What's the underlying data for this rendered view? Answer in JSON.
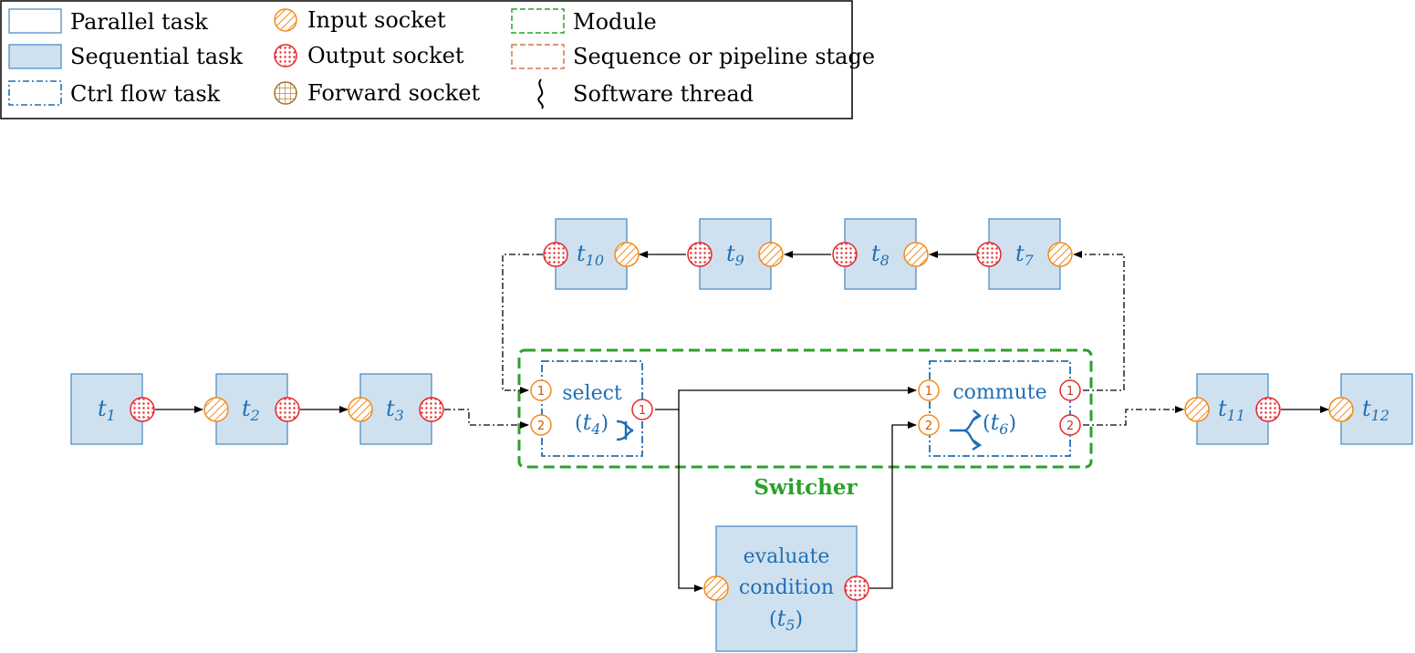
{
  "legend": {
    "parallel_task": "Parallel task",
    "sequential_task": "Sequential task",
    "ctrl_flow_task": "Ctrl flow task",
    "input_socket": "Input socket",
    "output_socket": "Output socket",
    "forward_socket": "Forward socket",
    "module": "Module",
    "pipeline_stage": "Sequence or pipeline stage",
    "software_thread": "Software thread"
  },
  "tasks": {
    "t1": {
      "base": "t",
      "sub": "1"
    },
    "t2": {
      "base": "t",
      "sub": "2"
    },
    "t3": {
      "base": "t",
      "sub": "3"
    },
    "t7": {
      "base": "t",
      "sub": "7"
    },
    "t8": {
      "base": "t",
      "sub": "8"
    },
    "t9": {
      "base": "t",
      "sub": "9"
    },
    "t10": {
      "base": "t",
      "sub": "10"
    },
    "t11": {
      "base": "t",
      "sub": "11"
    },
    "t12": {
      "base": "t",
      "sub": "12"
    }
  },
  "select": {
    "name": "select",
    "open": "(",
    "base": "t",
    "sub": "4",
    "close": ")"
  },
  "commute": {
    "name": "commute",
    "open": "(",
    "base": "t",
    "sub": "6",
    "close": ")"
  },
  "evaluate": {
    "line1": "evaluate",
    "line2": "condition",
    "open": "(",
    "base": "t",
    "sub": "5",
    "close": ")"
  },
  "socket_numbers": {
    "one": "1",
    "two": "2"
  },
  "module_label": "Switcher",
  "colors": {
    "task_fill": "#cfe1ef",
    "task_stroke": "#4f8ec5",
    "task_text": "#1f6fb4",
    "input_socket": "#f28b1d",
    "output_socket": "#e8262b",
    "forward_socket": "#a87225",
    "module": "#2ca02c",
    "pipeline_stage": "#cc7a52"
  }
}
